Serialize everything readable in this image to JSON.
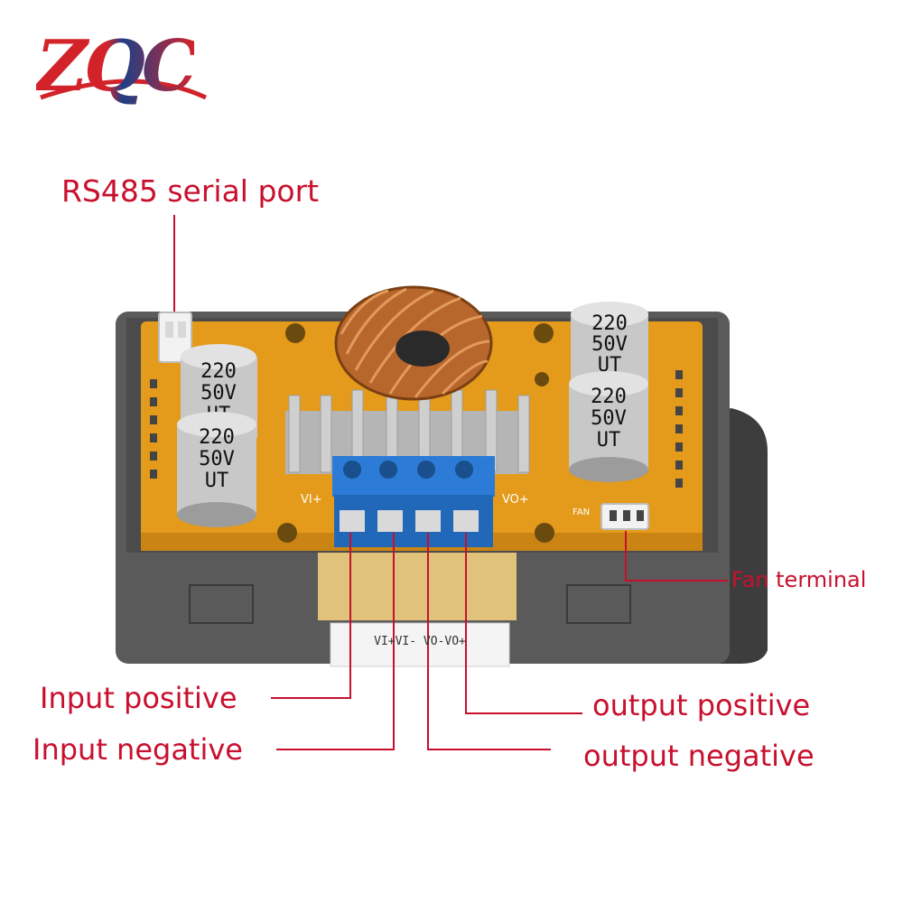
{
  "logo": {
    "text": "ZQC"
  },
  "colors": {
    "label_red": "#c8102e",
    "logo_blue": "#1f3f86",
    "logo_red": "#d2232a",
    "pcb": "#e49a1a",
    "case": "#5a5a5a",
    "terminal_blue": "#2c7bd6",
    "capacitor": "#c8c8c8"
  },
  "board": {
    "capacitor_marking": [
      "220",
      "50V",
      "UT"
    ],
    "silkscreen_input": "VI+",
    "silkscreen_output": "VO+",
    "silkscreen_fan": "FAN",
    "sticker_text": "VI+VI-  VO-VO+"
  },
  "callouts": {
    "rs485": "RS485 serial port",
    "fan": "Fan terminal",
    "input_positive": "Input positive",
    "input_negative": "Input negative",
    "output_positive": "output positive",
    "output_negative": "output negative"
  }
}
